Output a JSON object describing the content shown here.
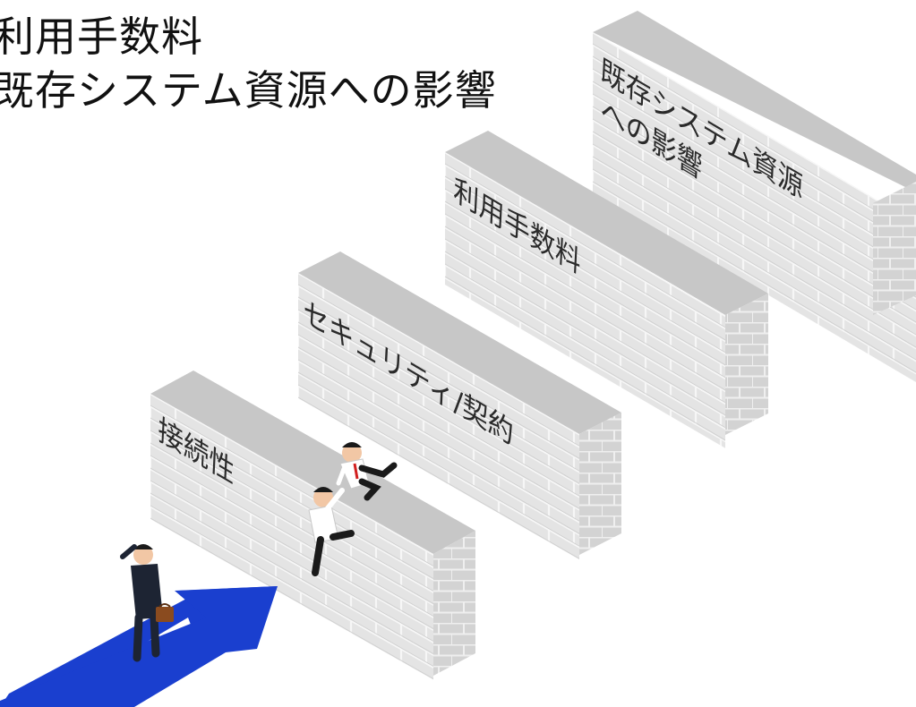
{
  "heading": {
    "lines": [
      "",
      "利用手数料",
      "既存システム資源への影響"
    ]
  },
  "walls": [
    {
      "label": "接続性"
    },
    {
      "label": "セキュリティ/契約"
    },
    {
      "label": "利用手数料"
    },
    {
      "label_line1": "既存システム資源",
      "label_line2": "への影響"
    }
  ],
  "colors": {
    "wall_front": "#e3e3e3",
    "wall_top": "#c9c9c9",
    "wall_side": "#d2d2d2",
    "mortar": "#f4f4f4",
    "arrow": "#1a3fcf",
    "suit": "#1d2433"
  },
  "icons": [
    "up-right-arrow",
    "businessman-with-briefcase",
    "climbing-person",
    "helping-person"
  ]
}
